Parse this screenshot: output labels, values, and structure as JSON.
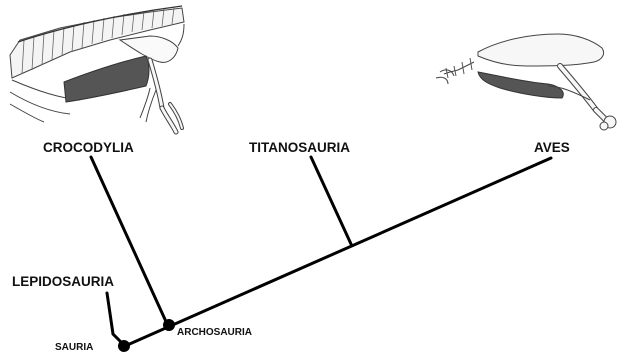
{
  "figure": {
    "taxa": {
      "crocodylia": "CROCODYLIA",
      "titanosauria": "TITANOSAURIA",
      "aves": "AVES",
      "lepidosauria": "LEPIDOSAURIA"
    },
    "nodes": {
      "archosauria": "ARCHOSAURIA",
      "sauria": "SAURIA"
    },
    "illustrations": {
      "left": "crocodile-skeleton-illustration",
      "right": "bird-pelvis-illustration"
    },
    "colors": {
      "line": "#000000",
      "muscle": "#555555",
      "bone_outline": "#444444"
    }
  }
}
